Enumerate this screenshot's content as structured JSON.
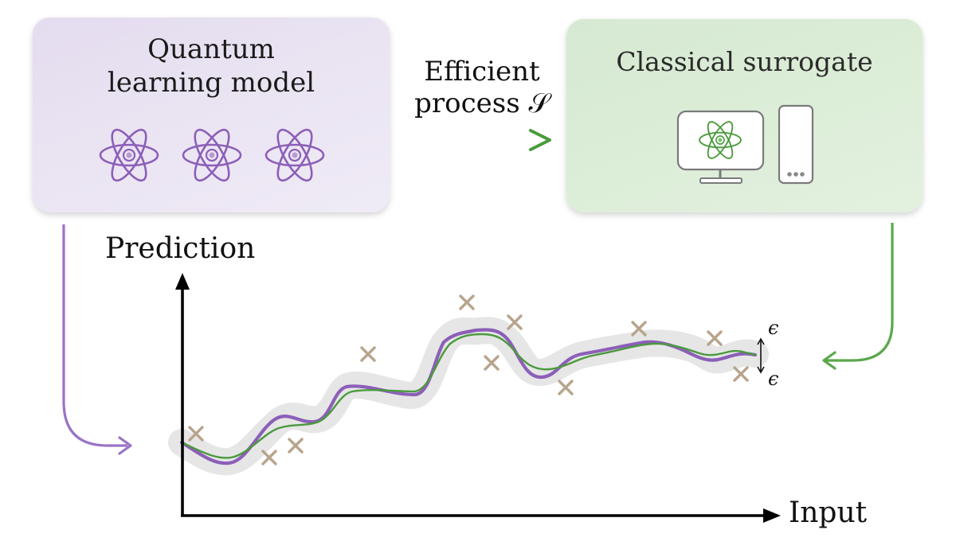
{
  "quantum_box": {
    "title_line1": "Quantum",
    "title_line2": "learning model",
    "icons": [
      "atom-icon",
      "atom-icon",
      "atom-icon"
    ],
    "color": "#8c5fb8"
  },
  "arrow": {
    "label_line1": "Efficient",
    "label_line2": "process 𝒮",
    "color_start": "#8c5fb8",
    "color_end": "#4a9a3c"
  },
  "classical_box": {
    "title": "Classical surrogate",
    "icons": [
      "monitor-atom-icon",
      "server-tower-icon"
    ],
    "color": "#4a9a3c"
  },
  "plot": {
    "ylabel": "Prediction",
    "xlabel": "Input",
    "epsilon_upper": "ϵ",
    "epsilon_lower": "ϵ",
    "colors": {
      "quantum_curve": "#8c5fb8",
      "surrogate_curve": "#4a9a3c",
      "band": "#d9d9d9",
      "samples": "#b8a48c"
    }
  }
}
